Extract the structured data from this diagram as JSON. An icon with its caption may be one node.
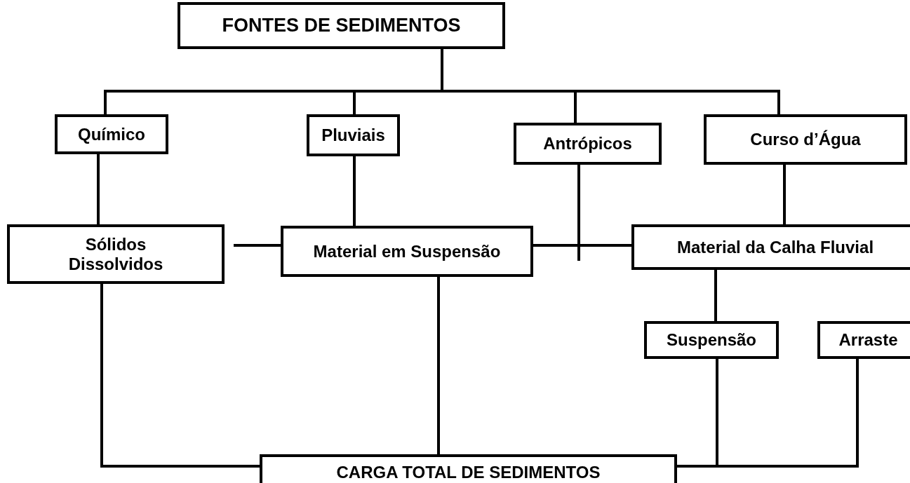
{
  "diagram": {
    "nodes": [
      {
        "text": [
          "FONTES DE SEDIMENTOS"
        ]
      },
      {
        "text": [
          "Químico"
        ]
      },
      {
        "text": [
          "Pluviais"
        ]
      },
      {
        "text": [
          "Antrópicos"
        ]
      },
      {
        "text": [
          "Curso d’Água"
        ]
      },
      {
        "text": [
          "Sólidos Dissolvidos"
        ]
      },
      {
        "text": [
          "Material em Suspensão"
        ]
      },
      {
        "text": [
          "Material da Calha Fluvial"
        ]
      },
      {
        "text": [
          "Suspensão"
        ]
      },
      {
        "text": [
          "Arraste"
        ]
      },
      {
        "text": [
          "CARGA TOTAL DE SEDIMENTOS"
        ]
      }
    ],
    "edges": [
      {
        "from": 0,
        "to": 1,
        "arrow": "none"
      },
      {
        "from": 0,
        "to": 2,
        "arrow": "none"
      },
      {
        "from": 0,
        "to": 3,
        "arrow": "none"
      },
      {
        "from": 0,
        "to": 4,
        "arrow": "none"
      },
      {
        "from": 1,
        "to": 5,
        "arrow": "none"
      },
      {
        "from": 2,
        "to": 6,
        "arrow": "none"
      },
      {
        "from": 3,
        "to": 6,
        "arrow": "none"
      },
      {
        "from": 3,
        "to": 7,
        "arrow": "none"
      },
      {
        "from": 5,
        "to": 6,
        "arrow": "none"
      },
      {
        "from": 4,
        "to": 7,
        "arrow": "none"
      },
      {
        "from": 7,
        "to": 8,
        "arrow": "none"
      },
      {
        "from": 5,
        "to": 10,
        "arrow": "none"
      },
      {
        "from": 6,
        "to": 10,
        "arrow": "none"
      },
      {
        "from": 8,
        "to": 10,
        "arrow": "none"
      },
      {
        "from": 9,
        "to": 10,
        "arrow": "none"
      }
    ]
  }
}
